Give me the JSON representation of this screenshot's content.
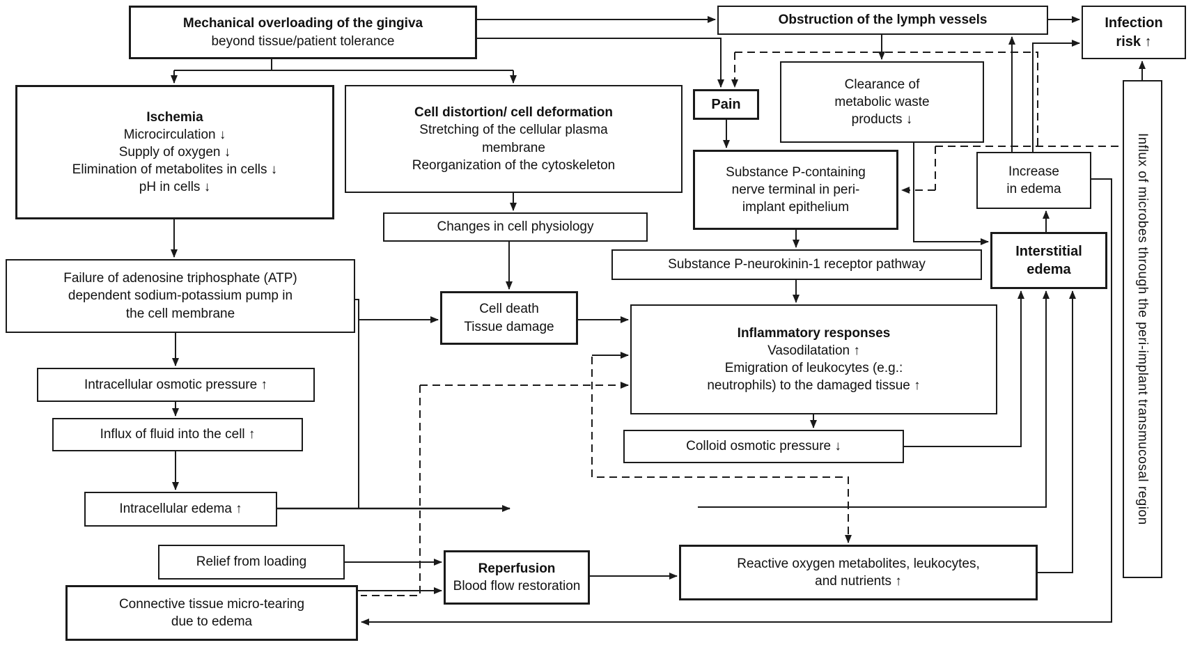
{
  "style": {
    "line_color": "#1a1a1a",
    "background": "#ffffff"
  },
  "nodes": {
    "mech": {
      "title": "Mechanical overloading of the gingiva",
      "subtitle": "beyond tissue/patient tolerance"
    },
    "obstruction": {
      "title": "Obstruction of the lymph vessels"
    },
    "infection": {
      "lines": [
        "Infection",
        "risk ↑"
      ]
    },
    "ischemia": {
      "title": "Ischemia",
      "lines": [
        "Microcirculation ↓",
        "Supply of oxygen ↓",
        "Elimination of metabolites in cells ↓",
        "pH in cells ↓"
      ]
    },
    "distortion": {
      "title": "Cell distortion/ cell deformation",
      "lines": [
        "Stretching of the cellular plasma",
        "membrane",
        "Reorganization of the cytoskeleton"
      ]
    },
    "pain": {
      "title": "Pain"
    },
    "clearance": {
      "lines": [
        "Clearance of",
        "metabolic waste",
        "products ↓"
      ]
    },
    "substance_p": {
      "lines": [
        "Substance P-containing",
        "nerve terminal in peri-",
        "implant epithelium"
      ]
    },
    "increase_edema": {
      "lines": [
        "Increase",
        "in edema"
      ]
    },
    "interstitial": {
      "lines": [
        "Interstitial",
        "edema"
      ]
    },
    "changes": {
      "title": "Changes in cell physiology"
    },
    "atp": {
      "lines": [
        "Failure of adenosine triphosphate (ATP)",
        "dependent sodium-potassium pump in",
        "the cell membrane"
      ]
    },
    "cell_death": {
      "lines": [
        "Cell death",
        "Tissue damage"
      ]
    },
    "neurokinin": {
      "title": "Substance P-neurokinin-1 receptor pathway"
    },
    "inflammatory": {
      "title": "Inflammatory responses",
      "lines": [
        "Vasodilatation ↑",
        "Emigration of leukocytes (e.g.:",
        "neutrophils) to the damaged tissue ↑"
      ]
    },
    "colloid": {
      "title": "Colloid osmotic pressure ↓"
    },
    "osmotic": {
      "title": "Intracellular osmotic pressure ↑"
    },
    "influx_fluid": {
      "title": "Influx of fluid into the cell ↑"
    },
    "intracellular_edema": {
      "title": "Intracellular edema ↑"
    },
    "relief": {
      "title": "Relief from loading"
    },
    "connective": {
      "lines": [
        "Connective tissue micro-tearing",
        "due to edema"
      ]
    },
    "reperfusion": {
      "title": "Reperfusion",
      "subtitle": "Blood flow restoration"
    },
    "reactive": {
      "lines": [
        "Reactive oxygen metabolites, leukocytes,",
        "and nutrients ↑"
      ]
    },
    "microbes": {
      "title": "Influx of microbes through the peri-implant transmucosal region"
    }
  }
}
